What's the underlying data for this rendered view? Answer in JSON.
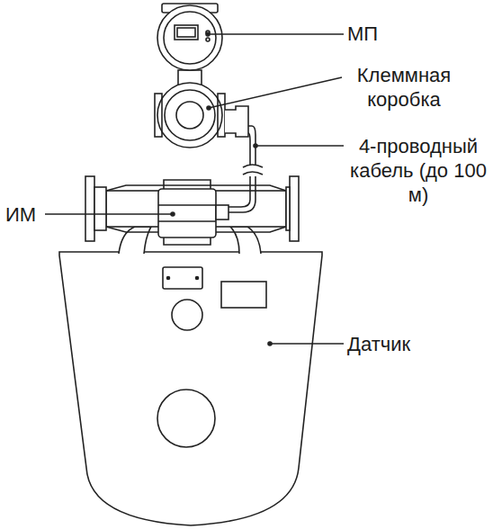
{
  "diagram": {
    "labels": [
      "МП",
      "Клеммная коробка",
      "4-проводный кабель (до 100 м)",
      "ИМ",
      "Датчик"
    ]
  }
}
